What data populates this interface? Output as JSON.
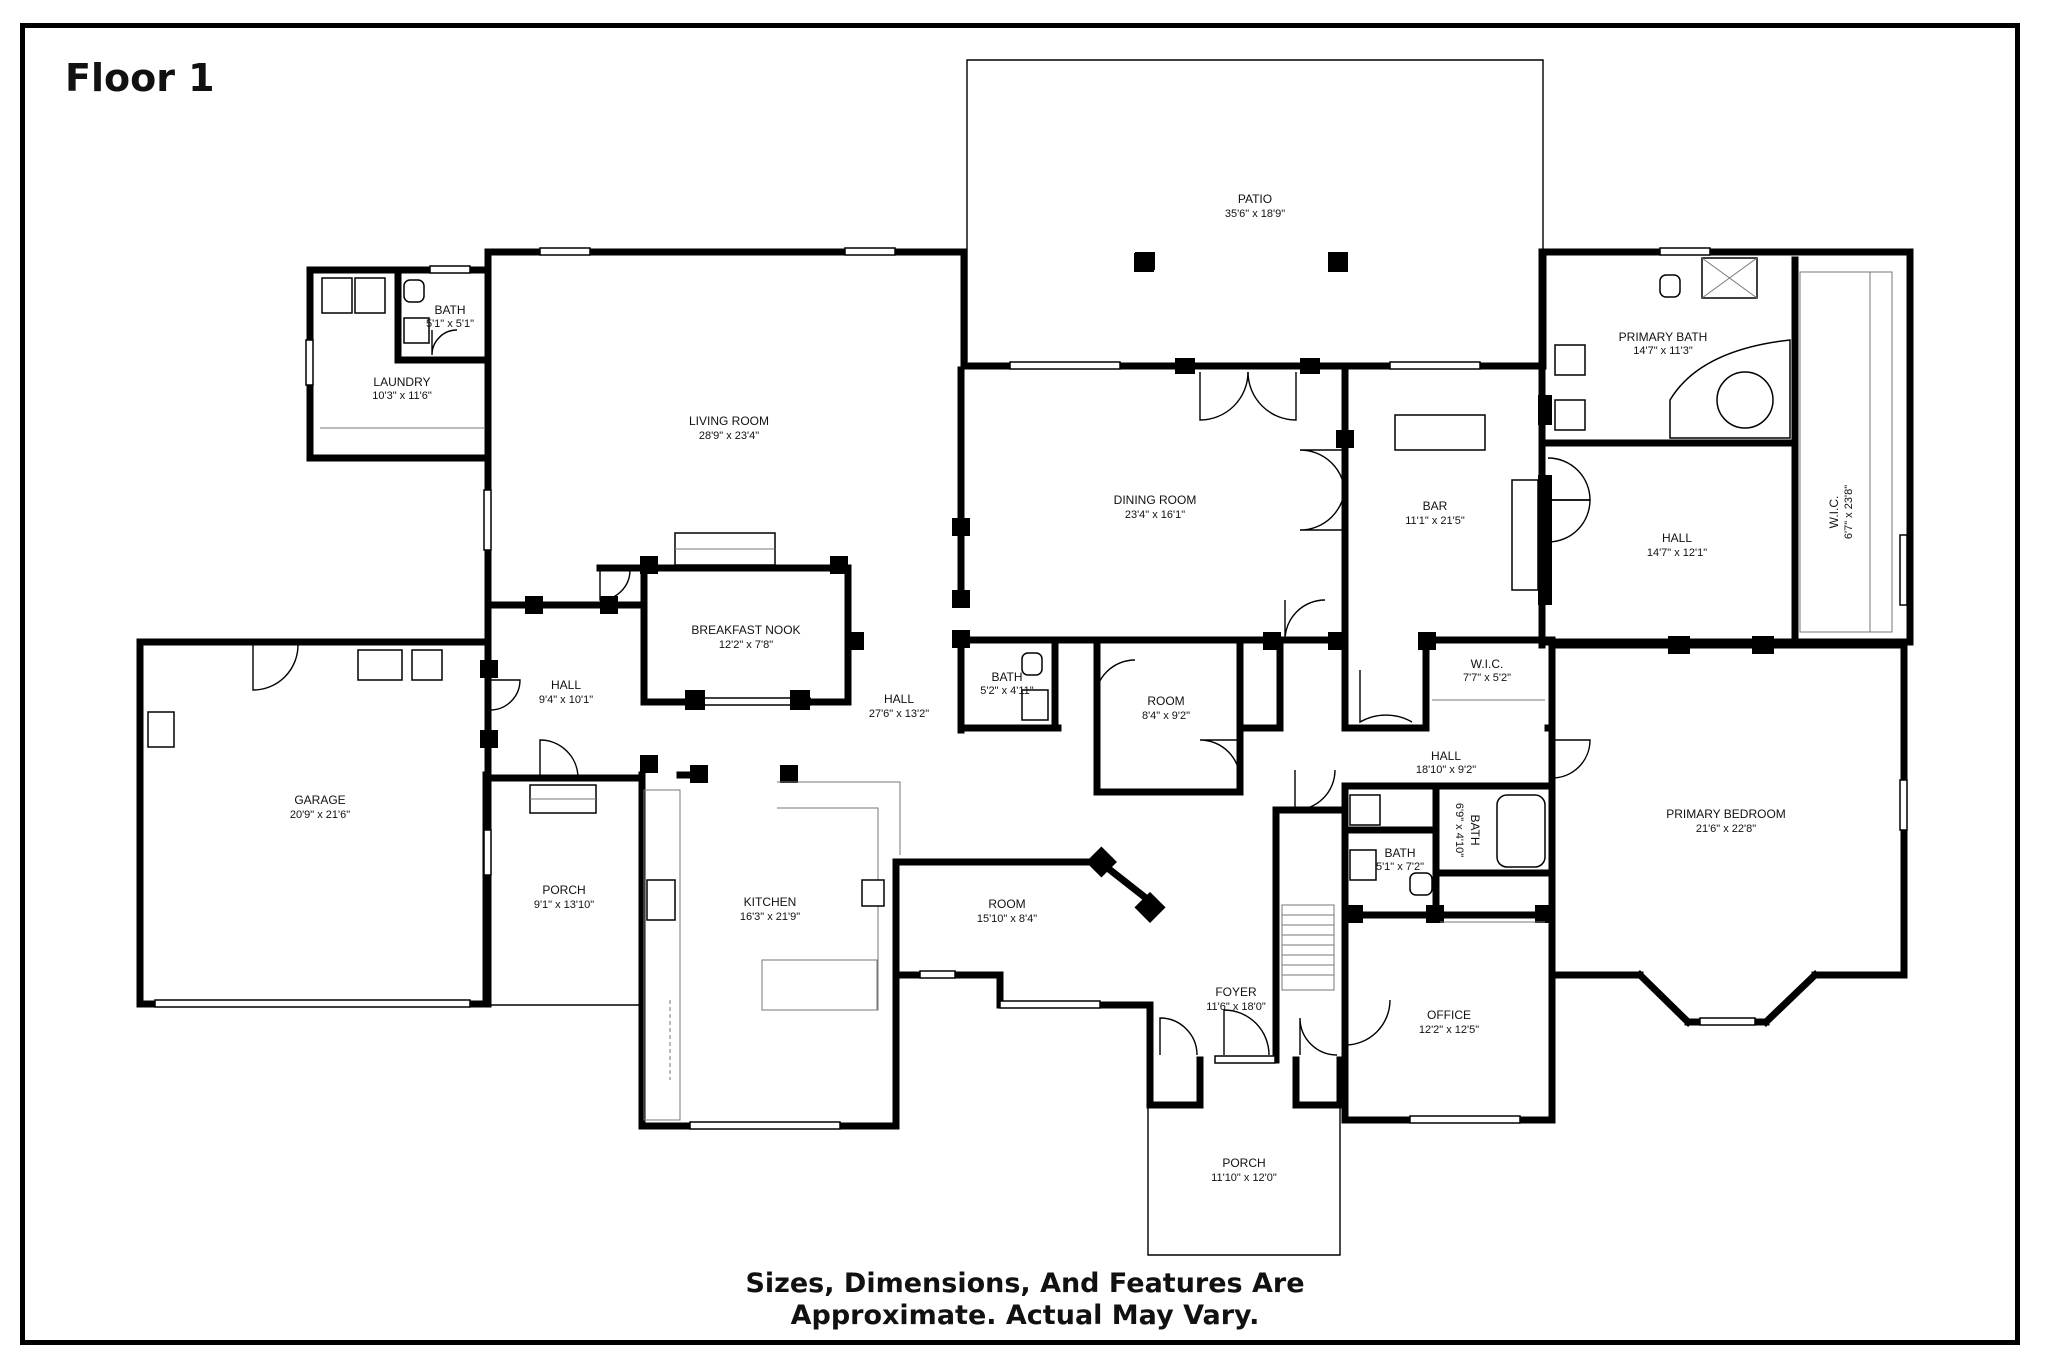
{
  "floor_title": "Floor 1",
  "disclaimer_line1": "Sizes, Dimensions, And Features Are",
  "disclaimer_line2": "Approximate. Actual May Vary.",
  "rooms": {
    "patio": {
      "name": "PATIO",
      "dim": "35'6\" x 18'9\""
    },
    "primary_bath": {
      "name": "PRIMARY BATH",
      "dim": "14'7\" x 11'3\""
    },
    "wic_right": {
      "name": "W.I.C.",
      "dim": "6'7\" x 23'8\""
    },
    "bath_top": {
      "name": "BATH",
      "dim": "5'1\" x 5'1\""
    },
    "laundry": {
      "name": "LAUNDRY",
      "dim": "10'3\" x 11'6\""
    },
    "living_room": {
      "name": "LIVING ROOM",
      "dim": "28'9\" x 23'4\""
    },
    "dining_room": {
      "name": "DINING ROOM",
      "dim": "23'4\" x 16'1\""
    },
    "bar": {
      "name": "BAR",
      "dim": "11'1\" x 21'5\""
    },
    "hall_right": {
      "name": "HALL",
      "dim": "14'7\" x 12'1\""
    },
    "breakfast_nook": {
      "name": "BREAKFAST NOOK",
      "dim": "12'2\" x 7'8\""
    },
    "hall_left": {
      "name": "HALL",
      "dim": "9'4\" x 10'1\""
    },
    "hall_center": {
      "name": "HALL",
      "dim": "27'6\" x 13'2\""
    },
    "bath_center": {
      "name": "BATH",
      "dim": "5'2\" x 4'11\""
    },
    "room_small": {
      "name": "ROOM",
      "dim": "8'4\" x 9'2\""
    },
    "wic_center": {
      "name": "W.I.C.",
      "dim": "7'7\" x 5'2\""
    },
    "hall_lower": {
      "name": "HALL",
      "dim": "18'10\" x 9'2\""
    },
    "garage": {
      "name": "GARAGE",
      "dim": "20'9\" x 21'6\""
    },
    "bath_vertical": {
      "name": "BATH",
      "dim": "6'9\" x 4'10\""
    },
    "bath_lower": {
      "name": "BATH",
      "dim": "5'1\" x 7'2\""
    },
    "primary_bedroom": {
      "name": "PRIMARY BEDROOM",
      "dim": "21'6\" x 22'8\""
    },
    "porch_left": {
      "name": "PORCH",
      "dim": "9'1\" x 13'10\""
    },
    "kitchen": {
      "name": "KITCHEN",
      "dim": "16'3\" x 21'9\""
    },
    "room_center": {
      "name": "ROOM",
      "dim": "15'10\" x 8'4\""
    },
    "foyer": {
      "name": "FOYER",
      "dim": "11'6\" x 18'0\""
    },
    "office": {
      "name": "OFFICE",
      "dim": "12'2\" x 12'5\""
    },
    "porch_front": {
      "name": "PORCH",
      "dim": "11'10\" x 12'0\""
    }
  }
}
